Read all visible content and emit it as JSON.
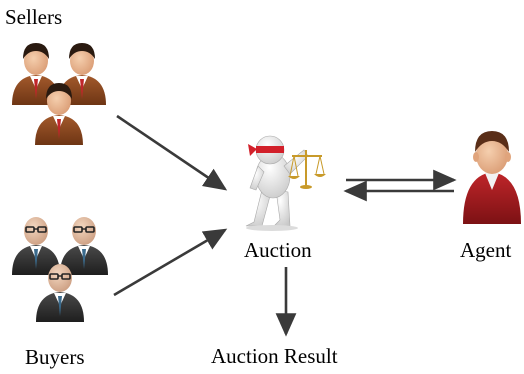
{
  "labels": {
    "sellers": "Sellers",
    "buyers": "Buyers",
    "auction": "Auction",
    "agent": "Agent",
    "auction_result": "Auction Result"
  },
  "colors": {
    "arrow": "#3a3a3a",
    "seller_suit": "#8b4a22",
    "buyer_suit": "#2e2e2e",
    "agent_suit": "#9e1b1e",
    "skin": "#e8b28a",
    "hair": "#2a1a10",
    "blindfold": "#d2202a",
    "scale": "#c89a2a"
  },
  "icons": {
    "sellers": "seller-group-icon",
    "buyers": "buyer-group-icon",
    "auction": "blindfolded-justice-figure-icon",
    "agent": "agent-person-icon"
  }
}
